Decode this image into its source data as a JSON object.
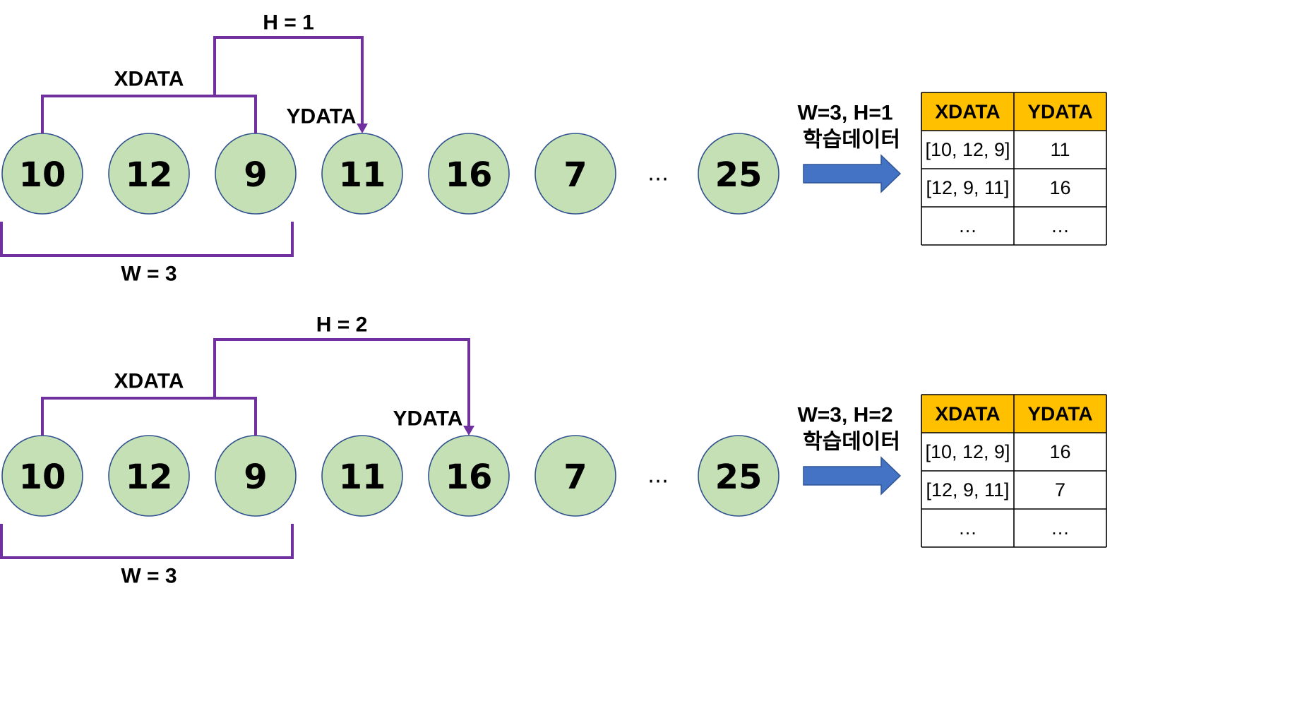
{
  "diagrams": [
    {
      "nodes": [
        "10",
        "12",
        "9",
        "11",
        "16",
        "7",
        "25"
      ],
      "ellipsis": "…",
      "h_label": "H = 1",
      "xdata_label": "XDATA",
      "ydata_label": "YDATA",
      "w_label": "W = 3",
      "horizon": 1,
      "window": 3,
      "arrow_label_line1": "W=3, H=1",
      "arrow_label_line2": "학습데이터",
      "table": {
        "headers": [
          "XDATA",
          "YDATA"
        ],
        "rows": [
          [
            "[10, 12, 9]",
            "11"
          ],
          [
            "[12, 9, 11]",
            "16"
          ],
          [
            "…",
            "…"
          ]
        ]
      }
    },
    {
      "nodes": [
        "10",
        "12",
        "9",
        "11",
        "16",
        "7",
        "25"
      ],
      "ellipsis": "…",
      "h_label": "H = 2",
      "xdata_label": "XDATA",
      "ydata_label": "YDATA",
      "w_label": "W = 3",
      "horizon": 2,
      "window": 3,
      "arrow_label_line1": "W=3, H=2",
      "arrow_label_line2": "학습데이터",
      "table": {
        "headers": [
          "XDATA",
          "YDATA"
        ],
        "rows": [
          [
            "[10, 12, 9]",
            "16"
          ],
          [
            "[12, 9, 11]",
            "7"
          ],
          [
            "…",
            "…"
          ]
        ]
      }
    }
  ],
  "colors": {
    "node_fill": "#c5e0b4",
    "node_stroke": "#2f528f",
    "bracket": "#7030a0",
    "arrow": "#4472c4",
    "table_header": "#ffc000",
    "table_border": "#000000"
  }
}
